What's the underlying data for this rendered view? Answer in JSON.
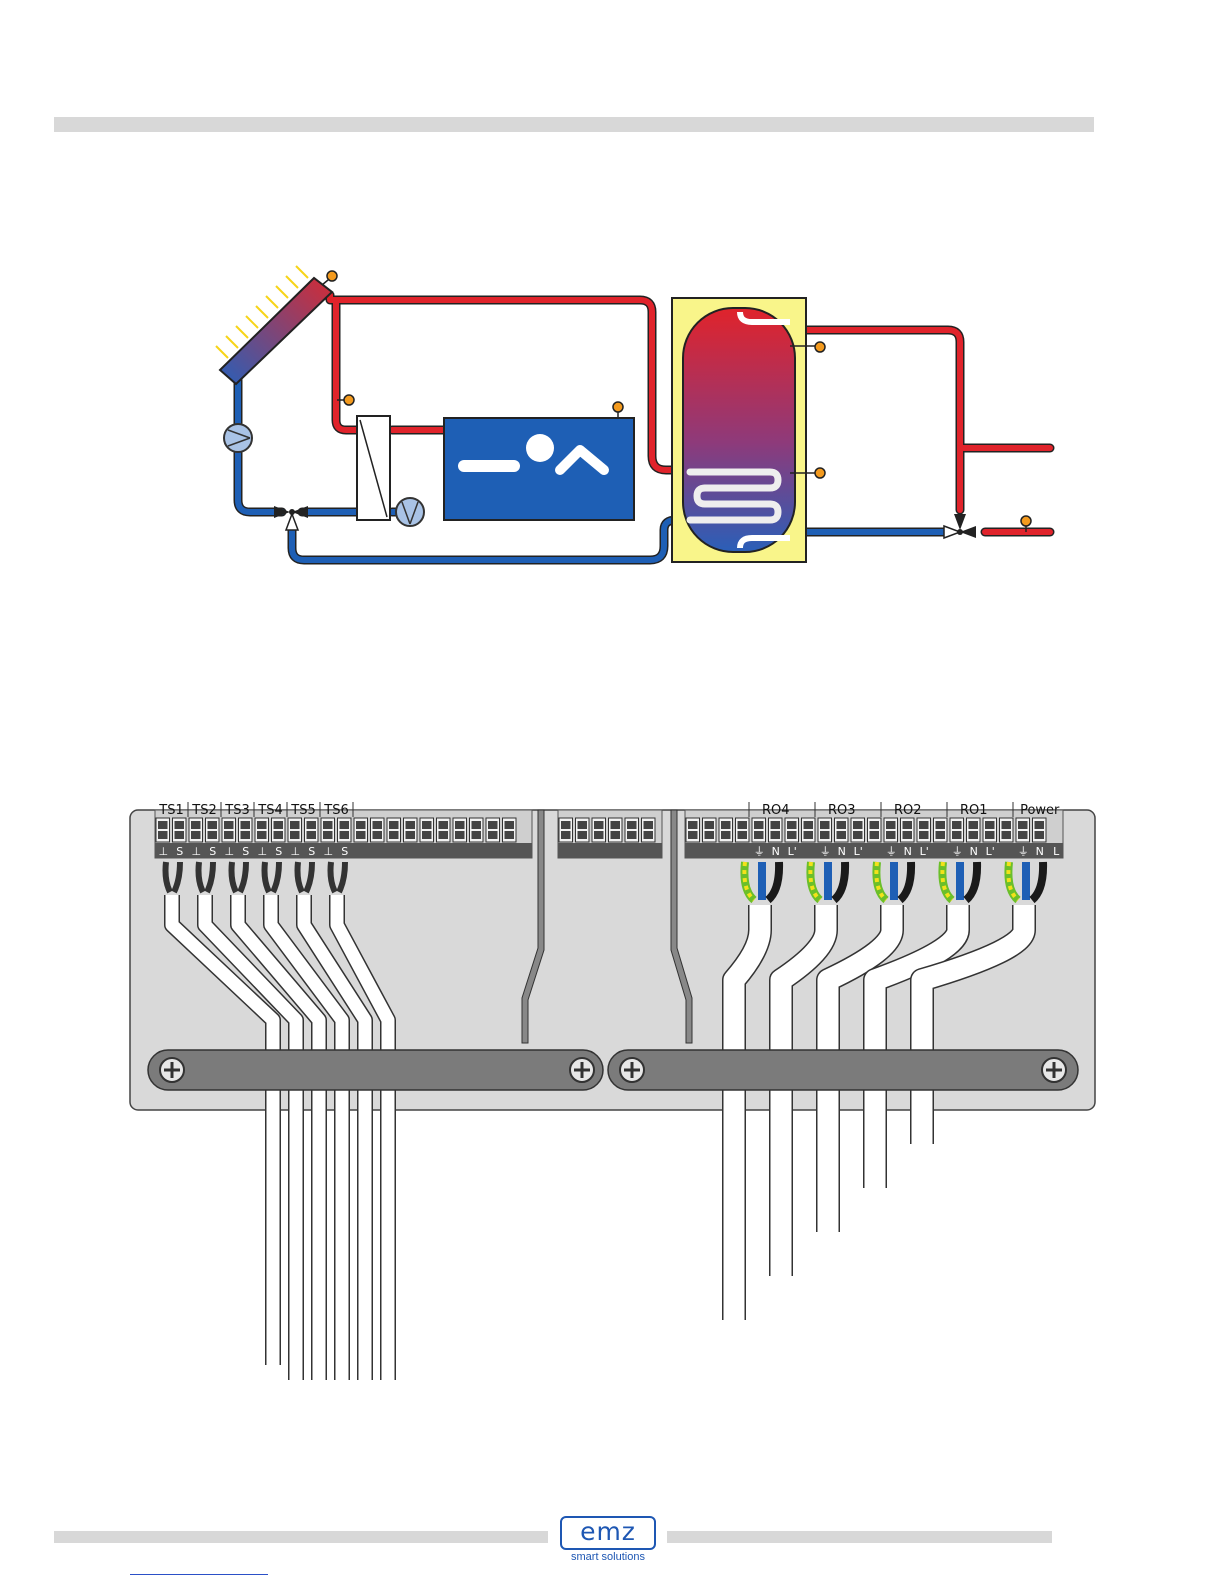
{
  "header": {},
  "wiring": {
    "sensor_groups": [
      "TS1",
      "TS2",
      "TS3",
      "TS4",
      "TS5",
      "TS6"
    ],
    "sensor_pins": [
      "⊥",
      "S"
    ],
    "relay_groups": [
      "RO4",
      "RO3",
      "RO2",
      "RO1",
      "Power"
    ],
    "relay_pins": [
      "⏚",
      "N",
      "L'"
    ],
    "power_pins": [
      "⏚",
      "N",
      "L"
    ]
  },
  "footer": {
    "logo_text": "emz",
    "logo_tagline": "smart solutions"
  },
  "colors": {
    "hot_pipe": "#e0232b",
    "cold_pipe": "#1e5fb5",
    "tank_fill": "#f9f58a",
    "housing": "#d9d9d9",
    "strap": "#7b7b7b",
    "sensor_dot": "#f39a1e",
    "logo_blue": "#1e57b3"
  }
}
